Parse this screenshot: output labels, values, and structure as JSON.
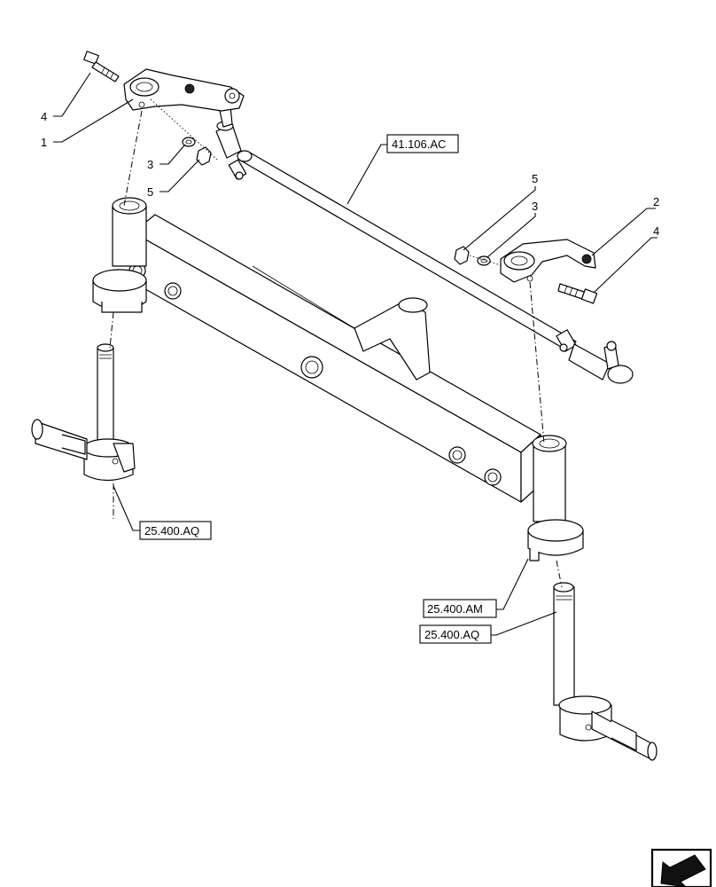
{
  "callouts": {
    "c4_top": "4",
    "c1": "1",
    "c3_left": "3",
    "c5_left": "5",
    "c5_right": "5",
    "c3_right": "3",
    "c2": "2",
    "c4_right": "4"
  },
  "references": {
    "tie_rod": "41.106.AC",
    "left_spindle": "25.400.AQ",
    "right_bushing": "25.400.AM",
    "right_spindle": "25.400.AQ"
  },
  "icons": {
    "nav_arrow": "arrow-icon"
  }
}
